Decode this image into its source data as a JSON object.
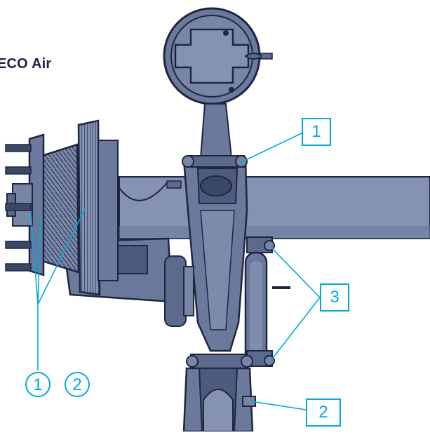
{
  "title": "ECO Air",
  "callouts": {
    "box_1": "1",
    "box_3": "3",
    "box_2": "2",
    "circle_1": "1",
    "circle_2": "2"
  },
  "colors": {
    "part_fill": "#6b7a9c",
    "part_dark": "#3b4766",
    "part_outline": "#1e2640",
    "axle_beam": "#8592b0",
    "accent": "#00a9e0",
    "text": "#1a2440"
  }
}
